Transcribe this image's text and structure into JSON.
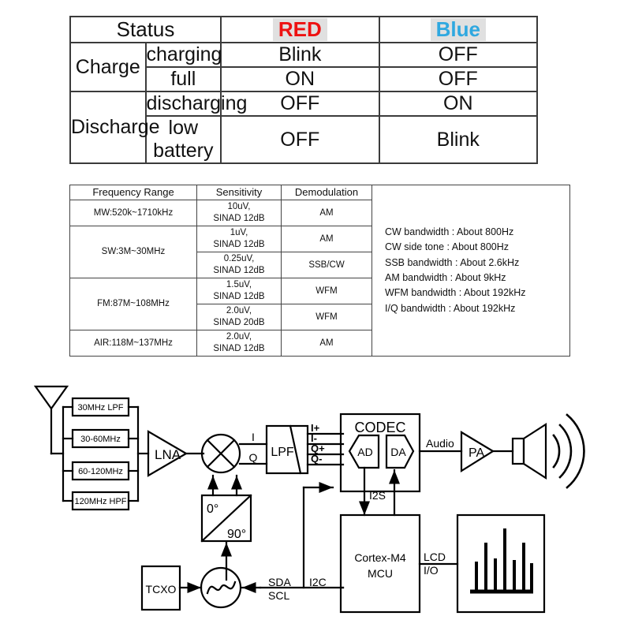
{
  "status_table": {
    "headers": [
      "Status",
      "RED",
      "Blue"
    ],
    "rows": [
      {
        "group": "Charge",
        "state": "charging",
        "red": "Blink",
        "blue": "OFF"
      },
      {
        "group": "Charge",
        "state": "full",
        "red": "ON",
        "blue": "OFF"
      },
      {
        "group": "Discharge",
        "state": "discharging",
        "red": "OFF",
        "blue": "ON"
      },
      {
        "group": "Discharge",
        "state": "low battery",
        "red": "OFF",
        "blue": "Blink"
      }
    ],
    "colors": {
      "red": "#ee1111",
      "blue": "#2fa8e0",
      "highlight": "#e0e0e0"
    }
  },
  "spec_table": {
    "headers": [
      "Frequency Range",
      "Sensitivity",
      "Demodulation"
    ],
    "rows": [
      {
        "range": "MW:520k~1710kHz",
        "sensitivity_1": "10uV,",
        "sensitivity_2": "SINAD 12dB",
        "demod": "AM"
      },
      {
        "range": "SW:3M~30MHz",
        "sensitivity_1": "1uV,",
        "sensitivity_2": "SINAD 12dB",
        "demod": "AM"
      },
      {
        "range": "",
        "sensitivity_1": "0.25uV,",
        "sensitivity_2": "SINAD 12dB",
        "demod": "SSB/CW"
      },
      {
        "range": "FM:87M~108MHz",
        "sensitivity_1": "1.5uV,",
        "sensitivity_2": "SINAD 12dB",
        "demod": "WFM"
      },
      {
        "range": "",
        "sensitivity_1": "2.0uV,",
        "sensitivity_2": "SINAD 20dB",
        "demod": "WFM"
      },
      {
        "range": "AIR:118M~137MHz",
        "sensitivity_1": "2.0uV,",
        "sensitivity_2": "SINAD 12dB",
        "demod": "AM"
      }
    ],
    "notes": [
      "CW bandwidth : About 800Hz",
      "CW side tone : About 800Hz",
      "SSB bandwidth : About 2.6kHz",
      "AM bandwidth : About 9kHz",
      "WFM bandwidth : About 192kHz",
      "I/Q bandwidth : About 192kHz"
    ]
  },
  "diagram": {
    "filters": [
      "30MHz LPF",
      "30-60MHz",
      "60-120MHz",
      "120MHz HPF"
    ],
    "lna": "LNA",
    "mixer_out_i": "I",
    "mixer_out_q": "Q",
    "lpf": "LPF",
    "iq_lines": [
      "I+",
      "I-",
      "Q+",
      "Q-"
    ],
    "phase_0": "0°",
    "phase_90": "90°",
    "tcxo": "TCXO",
    "sda": "SDA",
    "scl": "SCL",
    "i2c": "I2C",
    "i2s": "I2S",
    "codec": "CODEC",
    "ad": "AD",
    "da": "DA",
    "audio": "Audio",
    "pa": "PA",
    "mcu_line1": "Cortex-M4",
    "mcu_line2": "MCU",
    "lcd_line1": "LCD",
    "lcd_line2": "I/O",
    "spectrum_bars": [
      38,
      62,
      42,
      80,
      40,
      62,
      36
    ]
  }
}
